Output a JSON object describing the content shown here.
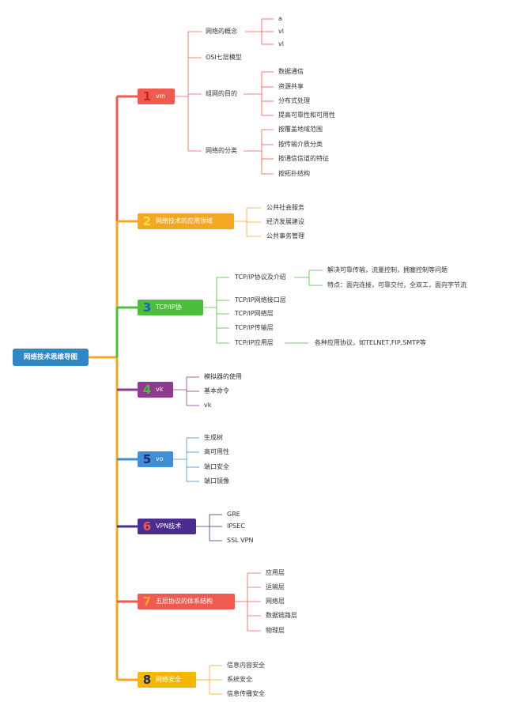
{
  "colors": {
    "root": "#2f87c3",
    "t1": "#f05a4f",
    "t1num": "#c4261e",
    "t2": "#f5a623",
    "t2num": "#ffe14d",
    "t3": "#4bbf3c",
    "t3num": "#1d5fbf",
    "t4": "#8e3a8e",
    "t4num": "#4bbf3c",
    "t5": "#3f8fd8",
    "t5num": "#1a2a6c",
    "t6": "#4a2d8f",
    "t6num": "#f05a4f",
    "t7": "#f05a4f",
    "t7num": "#f5a623",
    "t8": "#f5b700",
    "t8num": "#1a2a6c"
  },
  "root": "网络技术思维导图",
  "topics": [
    {
      "num": "1",
      "label": "vm",
      "children": [
        {
          "label": "网络的概念",
          "children": [
            "a",
            "vl",
            "vl"
          ]
        },
        {
          "label": "OSI七层模型",
          "children": []
        },
        {
          "label": "组网的目的",
          "children": [
            "数据通信",
            "资源共享",
            "分布式处理",
            "提高可靠性和可用性"
          ]
        },
        {
          "label": "网络的分类",
          "children": [
            "按覆盖地域范围",
            "按传输介质分类",
            "按通信信道的特征",
            "按拓扑结构"
          ]
        }
      ]
    },
    {
      "num": "2",
      "label": "网络技术的应用领域",
      "children": [
        {
          "label": "公共社会服务"
        },
        {
          "label": "经济发展建设"
        },
        {
          "label": "公共事务管理"
        }
      ]
    },
    {
      "num": "3",
      "label": "TCP/IP协",
      "children": [
        {
          "label": "TCP/IP协议及介绍",
          "children": [
            "解决可靠传输，流量控制，拥塞控制等问题",
            "特点：面向连接，可靠交付，全双工，面向字节流"
          ]
        },
        {
          "label": "TCP/IP网络接口层",
          "children": []
        },
        {
          "label": "TCP/IP网络层",
          "children": []
        },
        {
          "label": "TCP/IP传输层",
          "children": []
        },
        {
          "label": "TCP/IP应用层",
          "children": [
            "各种应用协议，如TELNET,FIP,SMTP等"
          ]
        }
      ]
    },
    {
      "num": "4",
      "label": "vk",
      "children": [
        {
          "label": "模拟器的使用"
        },
        {
          "label": "基本命令"
        },
        {
          "label": "vk"
        }
      ]
    },
    {
      "num": "5",
      "label": "vo",
      "children": [
        {
          "label": "生成树"
        },
        {
          "label": "高可用性"
        },
        {
          "label": "端口安全"
        },
        {
          "label": "端口镜像"
        }
      ]
    },
    {
      "num": "6",
      "label": "VPN技术",
      "children": [
        {
          "label": "GRE"
        },
        {
          "label": "IPSEC"
        },
        {
          "label": "SSL VPN"
        }
      ]
    },
    {
      "num": "7",
      "label": "五层协议的体系结构",
      "children": [
        {
          "label": "应用层"
        },
        {
          "label": "运输层"
        },
        {
          "label": "网络层"
        },
        {
          "label": "数据链路层"
        },
        {
          "label": "物理层"
        }
      ]
    },
    {
      "num": "8",
      "label": "网络安全",
      "children": [
        {
          "label": "信息内容安全"
        },
        {
          "label": "系统安全"
        },
        {
          "label": "信息传播安全"
        }
      ]
    }
  ]
}
